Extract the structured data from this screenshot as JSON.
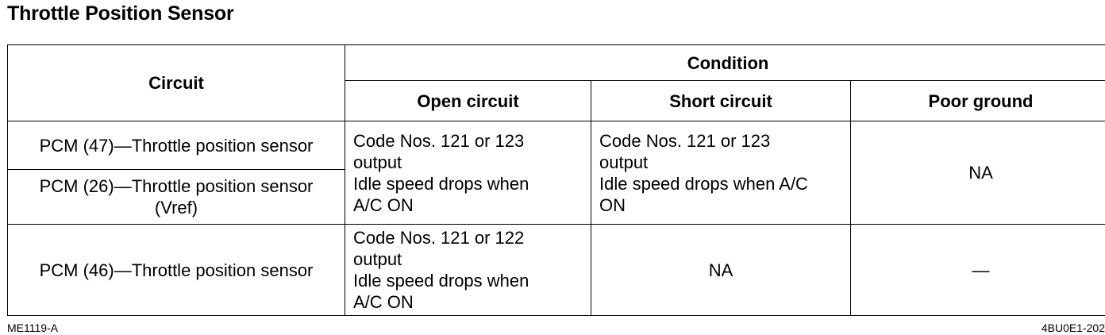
{
  "title": "Throttle Position Sensor",
  "table": {
    "header": {
      "circuit": "Circuit",
      "condition": "Condition",
      "open_circuit": "Open circuit",
      "short_circuit": "Short circuit",
      "poor_ground": "Poor ground"
    },
    "rows": [
      {
        "circuit": "PCM (47)—Throttle position sensor"
      },
      {
        "circuit_line1": "PCM (26)—Throttle position sensor",
        "circuit_line2": "(Vref)"
      },
      {
        "circuit": "PCM (46)—Throttle position sensor",
        "open_line1": "Code Nos. 121 or 122",
        "open_line2": "output",
        "open_line3": "Idle speed drops when",
        "open_line4": "A/C ON",
        "short": "NA",
        "poor": "—"
      }
    ],
    "shared_open_rows_1_2": {
      "line1": "Code Nos. 121 or 123",
      "line2": "output",
      "line3": "Idle speed drops when",
      "line4": "A/C ON"
    },
    "shared_short_rows_1_2": {
      "line1": "Code Nos. 121 or 123",
      "line2": "output",
      "line3": "Idle speed drops when A/C",
      "line4": "ON"
    },
    "shared_poor_rows_1_2": "NA"
  },
  "footer": {
    "left_code": "ME1119-A",
    "right_code": "4BU0E1-202"
  }
}
